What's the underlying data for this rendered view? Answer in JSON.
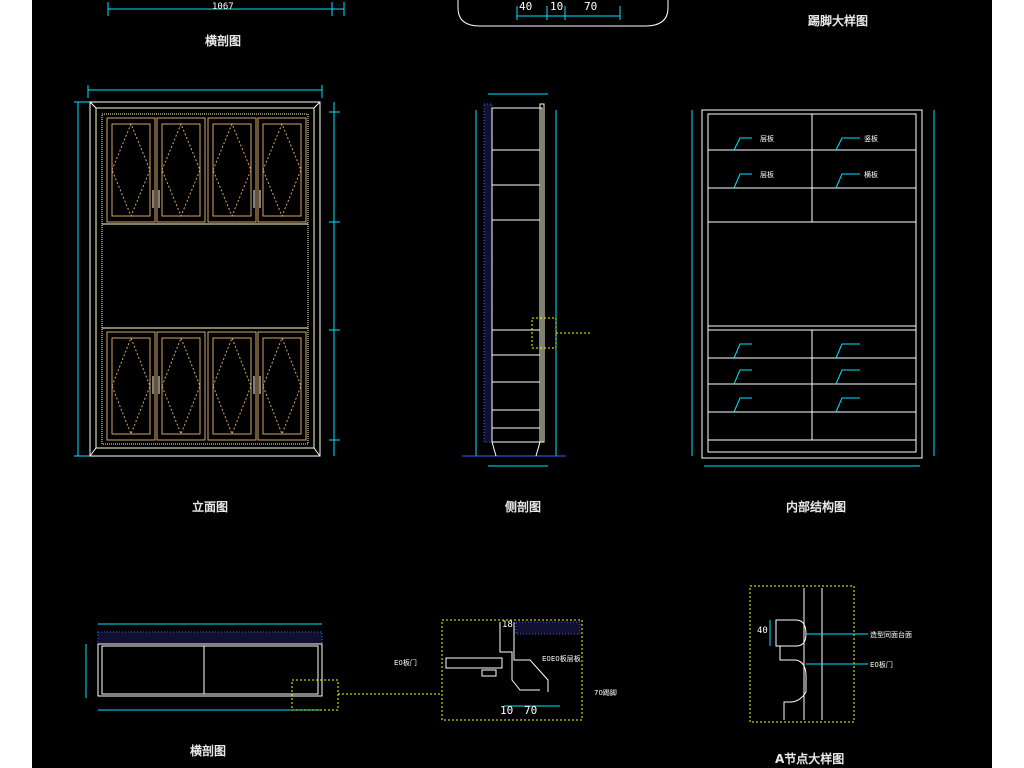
{
  "titles": {
    "plan_top": "横剖图",
    "detail_top": "踢脚大样图",
    "elevation": "立面图",
    "section": "侧剖图",
    "structure": "内部结构图",
    "plan_bottom": "横剖图",
    "node_a": "A节点大样图"
  },
  "dims": {
    "top_width": "1067",
    "top_detail": [
      "40",
      "10",
      "70"
    ],
    "bottom_detail": [
      "10",
      "70"
    ],
    "bottom_detail_side": "18",
    "node_a_side": "40"
  },
  "notes": {
    "structure_shelf_a": "层板",
    "structure_shelf_b": "竖板",
    "structure_shelf_c": "层板",
    "structure_shelf_d": "横板",
    "detail_left": "E0板门",
    "detail_right_1": "E0E0板层板",
    "detail_right_2": "70踢脚",
    "node_a_1": "造型同面台面",
    "node_a_2": "E0板门"
  },
  "colors": {
    "bg": "#000000",
    "line": "#ffffff",
    "dim": "#00e5ff",
    "door": "#d4a66a",
    "frame": "#ffffcc",
    "hatch": "#4060ff",
    "accent": "#ffff00"
  }
}
